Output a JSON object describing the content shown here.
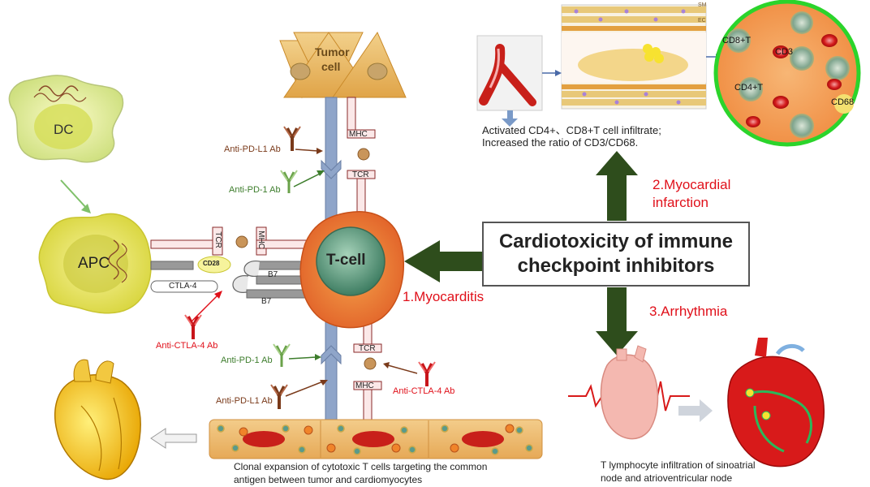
{
  "center": {
    "line1": "Cardiotoxicity of immune",
    "line2": "checkpoint inhibitors"
  },
  "branches": {
    "myocarditis": "1.Myocarditis",
    "infarction_line1": "2.Myocardial",
    "infarction_line2": "infarction",
    "arrhythmia": "3.Arrhythmia"
  },
  "cells": {
    "dc": "DC",
    "apc": "APC",
    "tcell": "T-cell",
    "tumor_line1": "Tumor",
    "tumor_line2": "cell"
  },
  "receptors": {
    "mhc": "MHC",
    "tcr": "TCR",
    "cd28": "CD28",
    "ctla4": "CTLA-4",
    "b7": "B7"
  },
  "antibodies": {
    "anti_pdl1": "Anti-PD-L1 Ab",
    "anti_pd1": "Anti-PD-1 Ab",
    "anti_ctla4": "Anti-CTLA-4 Ab"
  },
  "infarction": {
    "caption_line1": "Activated CD4+、CD8+T cell infiltrate;",
    "caption_line2": "Increased the ratio of CD3/CD68.",
    "vessel_sm": "SM",
    "vessel_ec": "EC",
    "cd8t": "CD8+T",
    "cd3": "CD3",
    "cd4t": "CD4+T",
    "cd68": "CD68"
  },
  "arrhythmia": {
    "caption_line1": "T lymphocyte infiltration of sinoatrial",
    "caption_line2": "node and atrioventricular node"
  },
  "clonal": {
    "caption_line1": "Clonal expansion of cytotoxic T cells targeting the common",
    "caption_line2": "antigen between tumor and cardiomyocytes"
  },
  "colors": {
    "big_arrow": "#2e4d1c",
    "label_red": "#e0101a",
    "label_green": "#3d7d2c",
    "label_brown": "#7a3a1a",
    "tcell_outer": "#e8742a",
    "tcell_inner": "#4e8a6e",
    "tumor": "#e9b866",
    "apc": "#d8d64a",
    "ring": "#2bd42b",
    "circle_fill": "#f5a15a"
  }
}
